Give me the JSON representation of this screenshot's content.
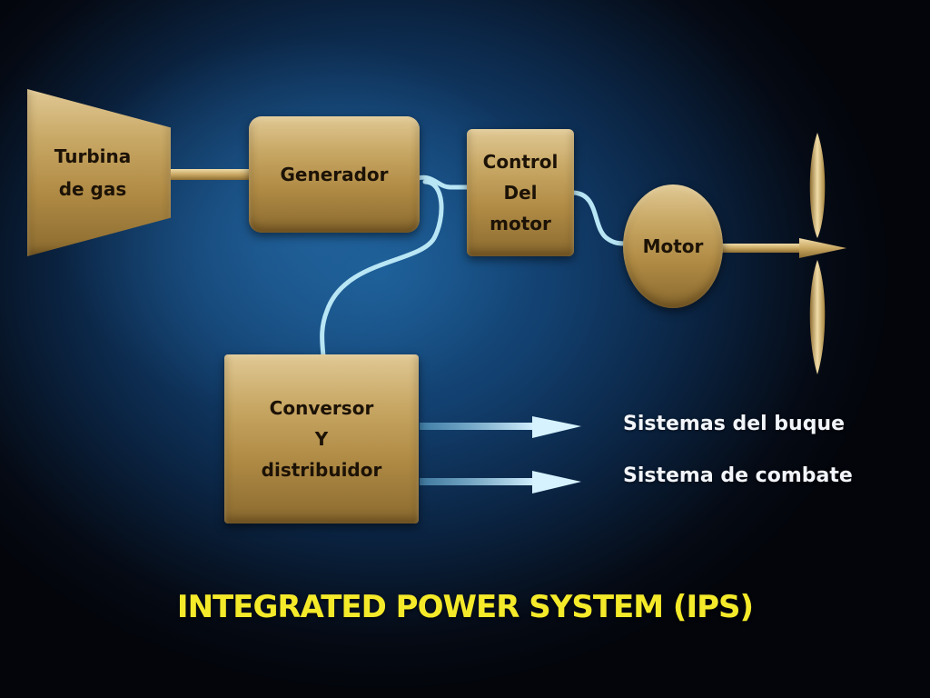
{
  "diagram": {
    "blocks": {
      "turbine": "Turbina\nde gas",
      "generator": "Generador",
      "motor_control": "Control\nDel\nmotor",
      "motor": "Motor",
      "converter": "Conversor\nY\ndistribuidor"
    },
    "outputs": [
      "Sistemas del buque",
      "Sistema de combate"
    ],
    "title": "INTEGRATED POWER SYSTEM (IPS)"
  },
  "colors": {
    "block_gold": "#c8a865",
    "wire": "#b9e6f5",
    "title": "#f4ea2a",
    "label_text": "#1c1206",
    "output_text": "#f2f5fa"
  }
}
